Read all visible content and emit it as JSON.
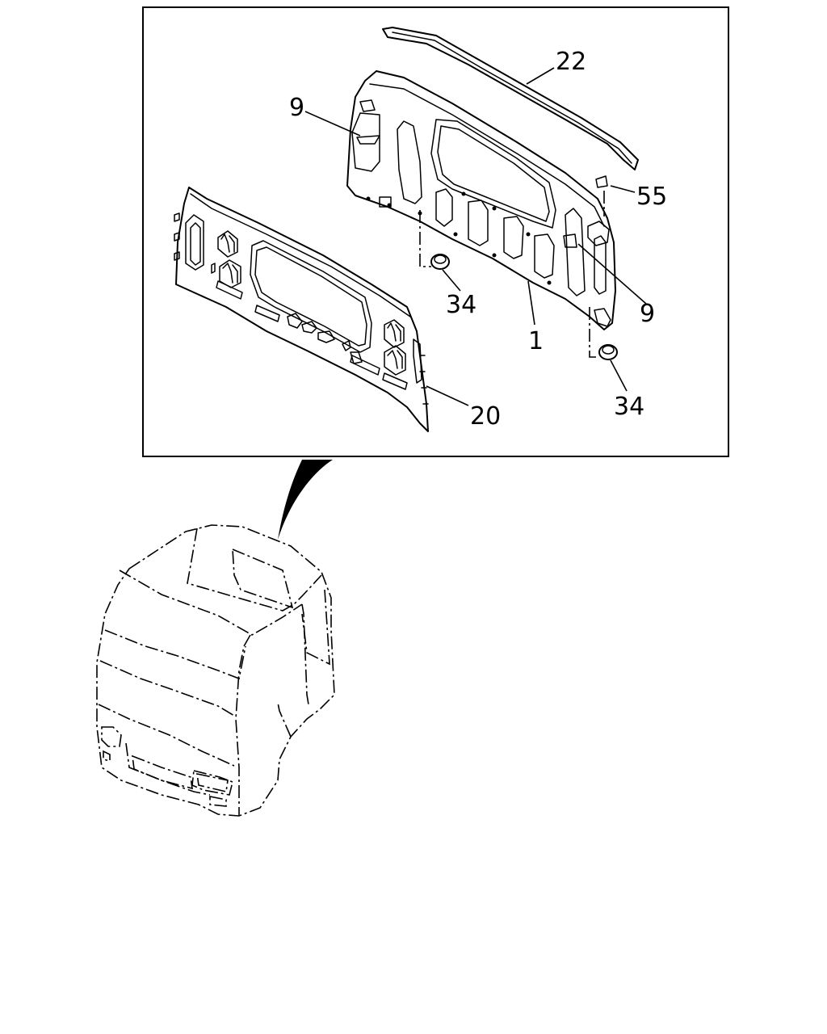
{
  "callouts": [
    {
      "id": "22",
      "label": "22"
    },
    {
      "id": "9a",
      "label": "9"
    },
    {
      "id": "55",
      "label": "55"
    },
    {
      "id": "34a",
      "label": "34"
    },
    {
      "id": "9b",
      "label": "9"
    },
    {
      "id": "1",
      "label": "1"
    },
    {
      "id": "34b",
      "label": "34"
    },
    {
      "id": "20",
      "label": "20"
    }
  ]
}
